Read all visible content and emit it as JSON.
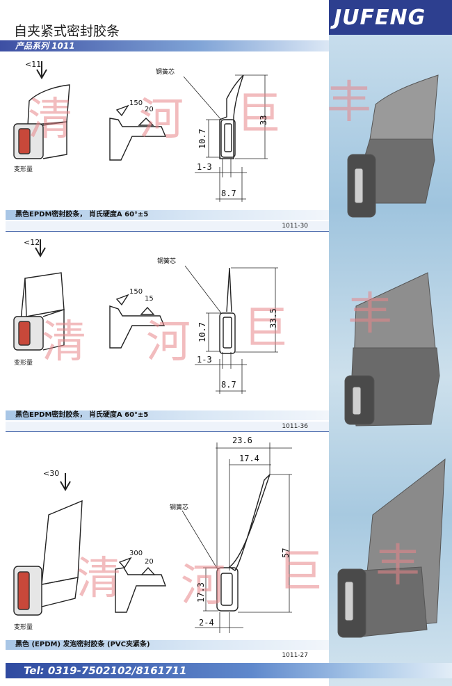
{
  "brand": "JUFENG",
  "page_title": "自夹紧式密封胶条",
  "series_label": "产品系列 1011",
  "spring_core_label": "钢簧芯",
  "deform_label": "变形量",
  "sections": [
    {
      "angle": "<11",
      "ang_big": "150",
      "ang_small": "20",
      "dims": {
        "height": "33",
        "grip": "10.7",
        "range": "1-3",
        "width": "8.7"
      },
      "caption": "黑色EPDM密封胶条， 肖氏硬度A 60°±5",
      "code": "1011-30"
    },
    {
      "angle": "<12",
      "ang_big": "150",
      "ang_small": "15",
      "dims": {
        "height": "33.5",
        "grip": "10.7",
        "range": "1-3",
        "width": "8.7"
      },
      "caption": "黑色EPDM密封胶条， 肖氏硬度A 60°±5",
      "code": "1011-36"
    },
    {
      "angle": "<30",
      "ang_big": "300",
      "ang_small": "20",
      "dims": {
        "height": "57",
        "grip": "17.3",
        "range": "2-4",
        "width": "23.6",
        "inner_width": "17.4"
      },
      "caption": "黑色 (EPDM) 发泡密封胶条 (PVC夹紧条)",
      "code": "1011-27"
    }
  ],
  "telephone": "Tel: 0319-7502102/8161711",
  "watermark": [
    "清",
    "河",
    "巨",
    "丰"
  ]
}
